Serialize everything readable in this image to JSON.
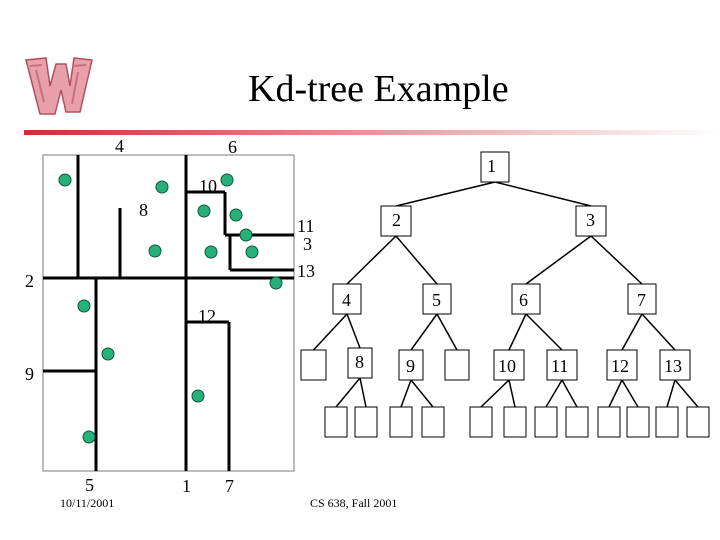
{
  "slide": {
    "title": "Kd-tree Example",
    "footer_left": "10/11/2001",
    "footer_center": "CS 638, Fall 2001"
  },
  "colors": {
    "rule_start": "#cc2e35",
    "rule_end": "#ffffff",
    "point_fill": "#28b07a",
    "point_stroke": "#0b5a39",
    "line": "#000000",
    "logo_fill": "#e8a0ab"
  },
  "logo": {
    "icon": "wisconsin-w-logo",
    "text": "W"
  },
  "partition": {
    "labels": {
      "l4": "4",
      "l6": "6",
      "l10": "10",
      "l8": "8",
      "l11": "11",
      "l3": "3",
      "l13": "13",
      "l2": "2",
      "l12": "12",
      "l9": "9",
      "l5": "5",
      "l1": "1",
      "l7": "7"
    }
  },
  "tree": {
    "labels": {
      "n1": "1",
      "n2": "2",
      "n3": "3",
      "n4": "4",
      "n5": "5",
      "n6": "6",
      "n7": "7",
      "n8": "8",
      "n9": "9",
      "n10": "10",
      "n11": "11",
      "n12": "12",
      "n13": "13"
    }
  }
}
